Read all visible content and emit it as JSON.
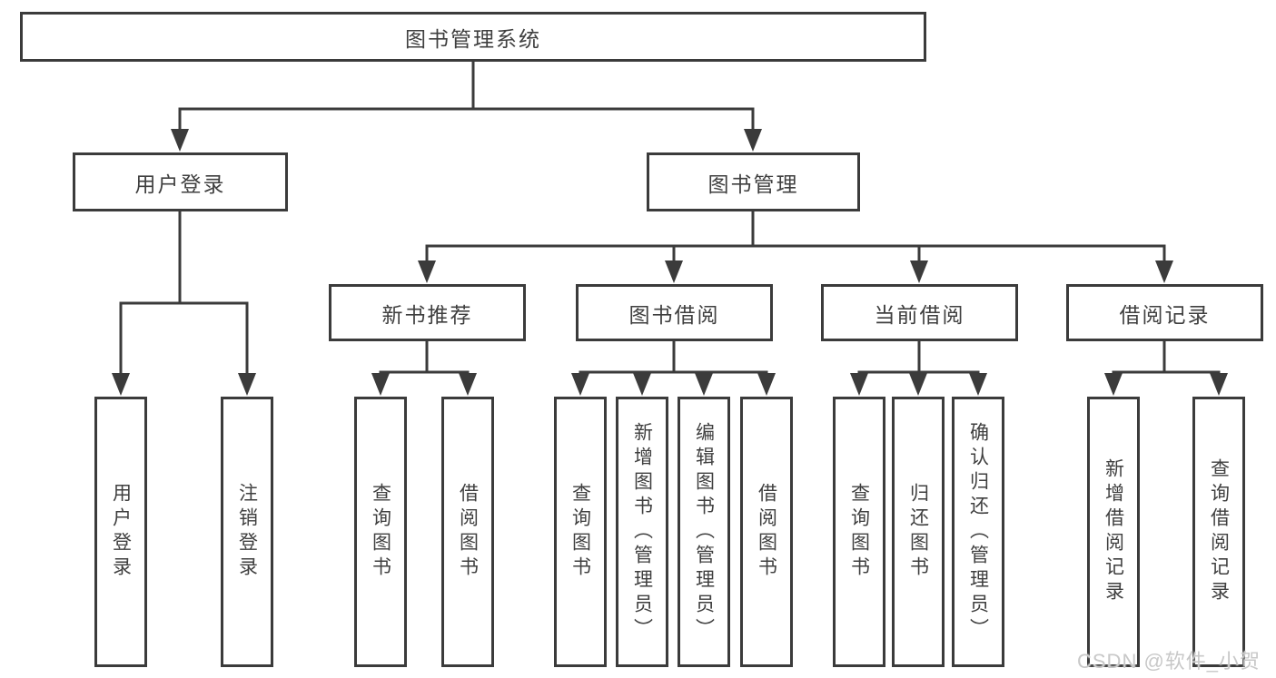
{
  "diagram": {
    "root": {
      "label": "图书管理系统"
    },
    "branches": [
      {
        "label": "用户登录",
        "children": [
          {
            "label": "用户登录"
          },
          {
            "label": "注销登录"
          }
        ]
      },
      {
        "label": "图书管理",
        "children": [
          {
            "label": "新书推荐",
            "children": [
              {
                "label": "查询图书"
              },
              {
                "label": "借阅图书"
              }
            ]
          },
          {
            "label": "图书借阅",
            "children": [
              {
                "label": "查询图书"
              },
              {
                "label": "新增图书（管理员）"
              },
              {
                "label": "编辑图书（管理员）"
              },
              {
                "label": "借阅图书"
              }
            ]
          },
          {
            "label": "当前借阅",
            "children": [
              {
                "label": "查询图书"
              },
              {
                "label": "归还图书"
              },
              {
                "label": "确认归还（管理员）"
              }
            ]
          },
          {
            "label": "借阅记录",
            "children": [
              {
                "label": "新增借阅记录"
              },
              {
                "label": "查询借阅记录"
              }
            ]
          }
        ]
      }
    ]
  },
  "watermark": "CSDN @软件_小贺同学",
  "colors": {
    "line": "#3b3b3b",
    "text": "#3f3f3f",
    "box_background": "#ffffff",
    "watermark": "#c8c8c8"
  }
}
